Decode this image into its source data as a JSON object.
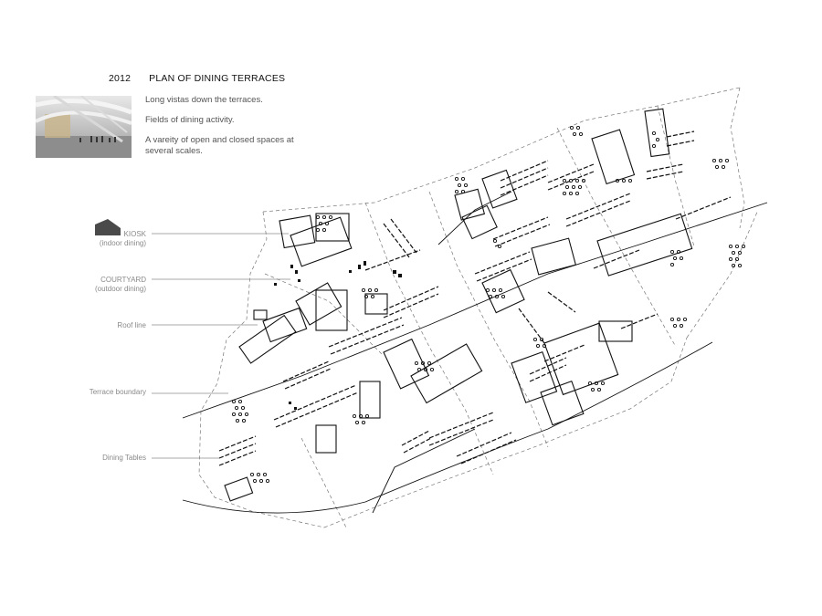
{
  "header": {
    "year": "2012",
    "title": "PLAN OF DINING TERRACES"
  },
  "notes": [
    "Long vistas down the terraces.",
    "Fields of dining activity.",
    "A vareity of open and closed spaces at several scales."
  ],
  "legend": [
    {
      "label": "KIOSK",
      "sub": "(indoor dining)"
    },
    {
      "label": "COURTYARD",
      "sub": "(outdoor dining)"
    },
    {
      "label": "Roof line",
      "sub": ""
    },
    {
      "label": "Terrace boundary",
      "sub": ""
    },
    {
      "label": "Dining Tables",
      "sub": ""
    }
  ],
  "colors": {
    "line": "#111111",
    "dashed": "#777777",
    "leader": "#555555",
    "label": "#8a8a8a"
  },
  "icons": {
    "kiosk_marker": "building-silhouette-icon"
  }
}
